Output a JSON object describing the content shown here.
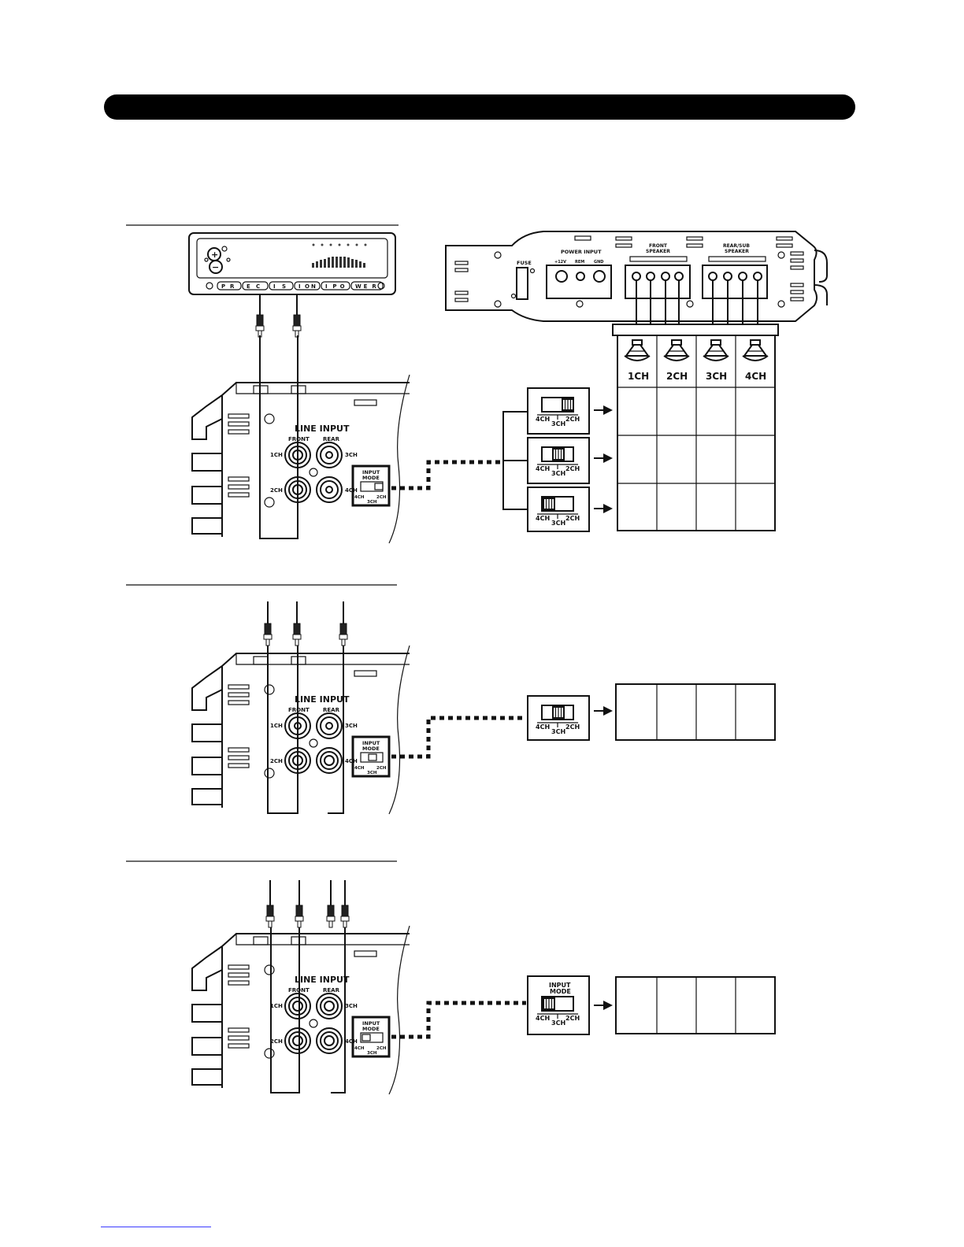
{
  "head_unit": {
    "buttons": [
      "P",
      "R",
      "E",
      "C",
      "I",
      "S",
      "I",
      "O",
      "N",
      "I",
      "P",
      "O",
      "W",
      "E",
      "R"
    ],
    "vol_up": "+",
    "vol_down": "−"
  },
  "amplifier": {
    "fuse": "FUSE",
    "power_input": "POWER INPUT",
    "power_terms": [
      "+12V",
      "REM",
      "GND"
    ],
    "front_speaker": [
      "FRONT",
      "SPEAKER"
    ],
    "rear_speaker": [
      "REAR/SUB",
      "SPEAKER"
    ]
  },
  "speaker_channels": [
    "1CH",
    "2CH",
    "3CH",
    "4CH"
  ],
  "line_input": {
    "title": "LINE INPUT",
    "front": "FRONT",
    "rear": "REAR",
    "ch1": "1CH",
    "ch2": "2CH",
    "ch3": "3CH",
    "ch4": "4CH",
    "mode_line1": "INPUT",
    "mode_line2": "MODE"
  },
  "switch_labels": {
    "left": "4CH",
    "center": "3CH",
    "right": "2CH"
  },
  "mode_box": {
    "line1": "INPUT",
    "line2": "MODE"
  }
}
